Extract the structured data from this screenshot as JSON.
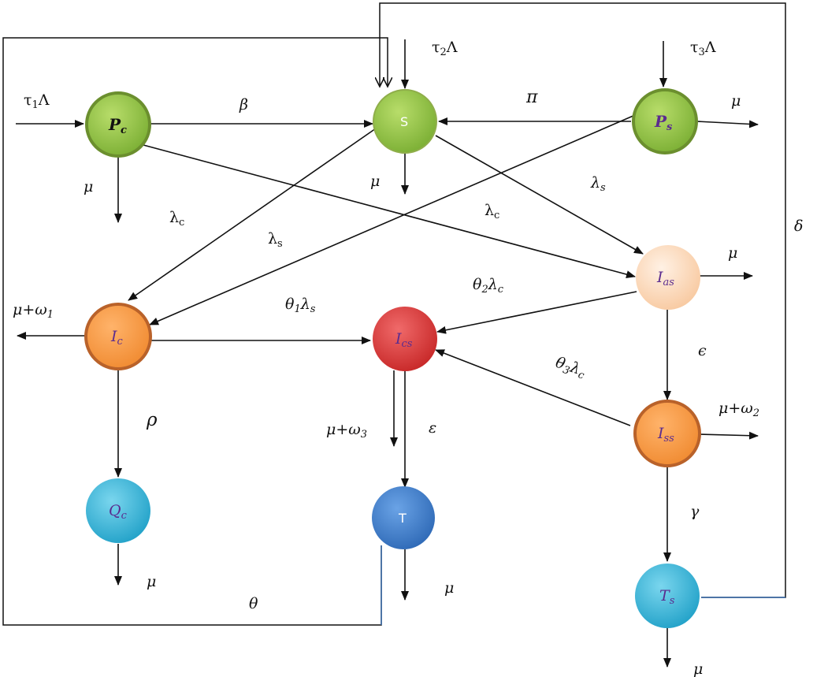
{
  "nodes": {
    "pc": {
      "main": "P",
      "sub": "c"
    },
    "s": {
      "main": "S"
    },
    "ps": {
      "main": "P",
      "sub": "s"
    },
    "ias": {
      "main": "I",
      "sub": "as"
    },
    "ic": {
      "main": "I",
      "sub": "c"
    },
    "ics": {
      "main": "I",
      "sub": "cs"
    },
    "iss": {
      "main": "I",
      "sub": "ss"
    },
    "qc": {
      "main": "Q",
      "sub": "c"
    },
    "t": {
      "main": "T"
    },
    "ts": {
      "main": "T",
      "sub": "s"
    }
  },
  "labels": {
    "tau1": {
      "main": "τ",
      "sub": "1",
      "tail": "Λ"
    },
    "tau2": {
      "main": "τ",
      "sub": "2",
      "tail": "Λ"
    },
    "tau3": {
      "main": "τ",
      "sub": "3",
      "tail": "Λ"
    },
    "beta": "β",
    "pi": "π",
    "mu": "μ",
    "lambda_s": {
      "main": "λ",
      "sub": "s"
    },
    "lambda_c": {
      "main": "λ",
      "sub": "c"
    },
    "delta": "δ",
    "mu_omega1": {
      "main": "μ+ω",
      "sub": "1"
    },
    "mu_omega2": {
      "main": "μ+ω",
      "sub": "2"
    },
    "mu_omega3": {
      "main": "μ+ω",
      "sub": "3"
    },
    "theta1_lambda_s": {
      "a": "θ",
      "a_sub": "1",
      "b": "λ",
      "b_sub": "s"
    },
    "theta2_lambda_c": {
      "a": "θ",
      "a_sub": "2",
      "b": "λ",
      "b_sub": "c"
    },
    "theta3_lambda_c": {
      "a": "θ",
      "a_sub": "3",
      "b": "λ",
      "b_sub": "c"
    },
    "epsilon": "ϵ",
    "varepsilon": "ε",
    "rho": "ρ",
    "gamma": "γ",
    "theta": "θ"
  },
  "colors": {
    "green_fill": "#8cbf3f",
    "green_edge": "#6b8f2e",
    "orange_fill": "#f7943c",
    "orange_edge": "#c8682a",
    "peach_fill": "#fbd7b8",
    "red_fill": "#d63a3a",
    "blue_fill": "#3d7ecb",
    "cyan_fill": "#33b4d6",
    "feedback_line": "#3a6fb0"
  }
}
